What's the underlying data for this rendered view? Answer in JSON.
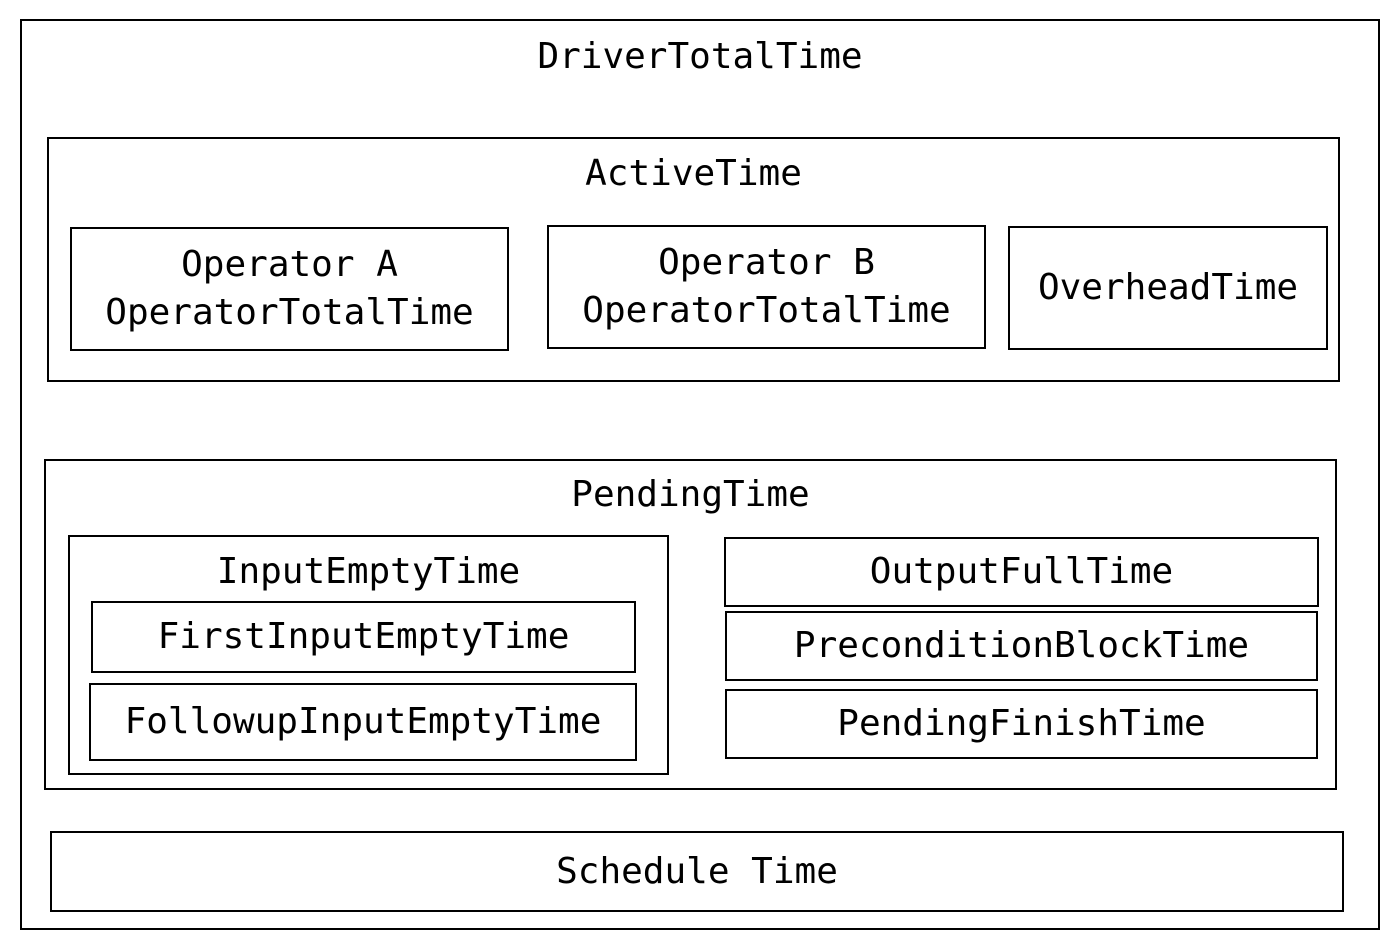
{
  "driver_total": {
    "label": "DriverTotalTime"
  },
  "active": {
    "label": "ActiveTime",
    "operator_a": {
      "line1": "Operator A",
      "line2": "OperatorTotalTime"
    },
    "operator_b": {
      "line1": "Operator B",
      "line2": "OperatorTotalTime"
    },
    "overhead": {
      "label": "OverheadTime"
    }
  },
  "pending": {
    "label": "PendingTime",
    "input_empty": {
      "label": "InputEmptyTime",
      "first": "FirstInputEmptyTime",
      "followup": "FollowupInputEmptyTime"
    },
    "output_full": "OutputFullTime",
    "precondition_block": "PreconditionBlockTime",
    "pending_finish": "PendingFinishTime"
  },
  "schedule": {
    "label": "Schedule Time"
  }
}
